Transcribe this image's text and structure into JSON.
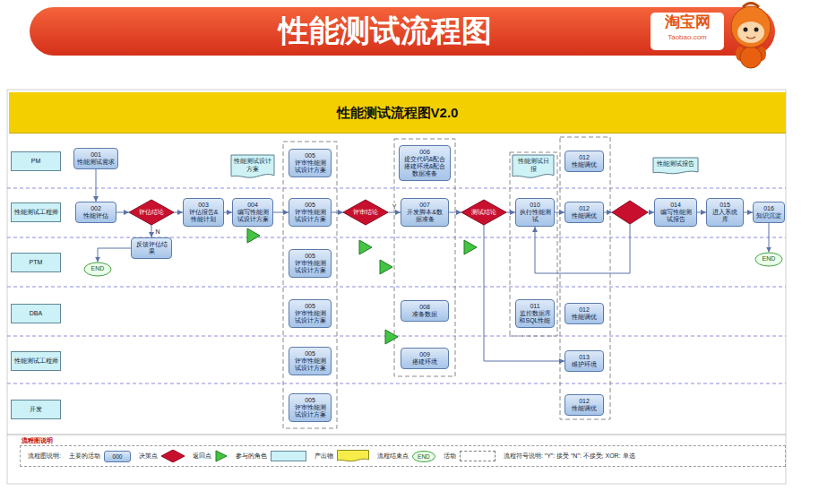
{
  "diagram": {
    "title": "性能测试流程图",
    "nodes": [
      {
        "text": [
          "性能测试流程图V2.0"
        ]
      },
      {
        "text": [
          "PM"
        ]
      },
      {
        "text": [
          "性能测试工程师"
        ]
      },
      {
        "text": [
          "PTM"
        ]
      },
      {
        "text": [
          "DBA"
        ]
      },
      {
        "text": [
          "性能测试工程师"
        ]
      },
      {
        "text": [
          "开发"
        ]
      },
      {
        "text": [
          "001",
          "性能测试需求"
        ]
      },
      {
        "text": [
          "002",
          "性能评估"
        ]
      },
      {
        "text": [
          "评估结论"
        ]
      },
      {
        "text": [
          "反馈评估结果"
        ]
      },
      {
        "text": [
          "END"
        ]
      },
      {
        "text": [
          "003",
          "评估报告&性能计划"
        ]
      },
      {
        "text": [
          "性能测试设计方案"
        ]
      },
      {
        "text": [
          "004",
          "编写性能测试设计方案"
        ]
      },
      {
        "text": [
          "005",
          "评审性能测试设计方案"
        ]
      },
      {
        "text": [
          "005",
          "评审性能测试设计方案"
        ]
      },
      {
        "text": [
          "005",
          "评审性能测试设计方案"
        ]
      },
      {
        "text": [
          "005",
          "评审性能测试设计方案"
        ]
      },
      {
        "text": [
          "005",
          "评审性能测试设计方案"
        ]
      },
      {
        "text": [
          "005",
          "评审性能测试设计方案"
        ]
      },
      {
        "text": [
          "评审结论"
        ]
      },
      {
        "text": [
          "006",
          "提交代码&配合搭建环境&配合数据准备"
        ]
      },
      {
        "text": [
          "007",
          "开发脚本&数据准备"
        ]
      },
      {
        "text": [
          "008",
          "准备数据"
        ]
      },
      {
        "text": [
          "009",
          "搭建环境"
        ]
      },
      {
        "text": [
          "测试结论"
        ]
      },
      {
        "text": [
          "性能测试日报"
        ]
      },
      {
        "text": [
          "010",
          "执行性能测试"
        ]
      },
      {
        "text": [
          "011",
          "监控数据库和SQL性能"
        ]
      },
      {
        "text": [
          "012",
          "性能调优"
        ]
      },
      {
        "text": [
          "012",
          "性能调优"
        ]
      },
      {
        "text": [
          "012",
          "性能调优"
        ]
      },
      {
        "text": [
          "013",
          "维护环境"
        ]
      },
      {
        "text": [
          "012",
          "性能调优"
        ]
      },
      {
        "text": [
          "性能测试报告"
        ]
      },
      {
        "text": [
          "014",
          "编写性能测试报告"
        ]
      },
      {
        "text": [
          "015",
          "进入系统库"
        ]
      },
      {
        "text": [
          "016",
          "知识沉淀"
        ]
      },
      {
        "text": [
          "END"
        ]
      }
    ],
    "edges": [
      {
        "from": 7,
        "to": 8,
        "arrow": "to"
      },
      {
        "from": 8,
        "to": 9,
        "arrow": "to"
      },
      {
        "from": 9,
        "to": 10,
        "label": "N",
        "arrow": "to"
      },
      {
        "from": 10,
        "to": 11,
        "arrow": "to"
      },
      {
        "from": 9,
        "to": 12,
        "arrow": "to"
      },
      {
        "from": 12,
        "to": 14,
        "arrow": "to"
      },
      {
        "from": 14,
        "to": 16,
        "arrow": "to"
      },
      {
        "from": 16,
        "to": 21,
        "arrow": "to"
      },
      {
        "from": 21,
        "to": 23,
        "label": "Y",
        "arrow": "to"
      },
      {
        "from": 23,
        "to": 26,
        "arrow": "to"
      },
      {
        "from": 26,
        "to": 28,
        "arrow": "to"
      },
      {
        "from": 26,
        "to": 33,
        "arrow": "to"
      },
      {
        "from": 28,
        "to": 31,
        "arrow": "to"
      },
      {
        "from": 36,
        "to": 37,
        "arrow": "to"
      },
      {
        "from": 37,
        "to": 38,
        "arrow": "to"
      },
      {
        "from": 38,
        "to": 39,
        "arrow": "to"
      }
    ],
    "labels": [
      "淘宝网",
      "Taobao.com",
      "流程图说明",
      "流程图说明:",
      "000",
      "END",
      "流程符号说明: “Y”: 接受 “N”: 不接受; XOR: 单选"
    ],
    "legend": [
      {
        "text": "主要的活动"
      },
      {
        "text": "决策点"
      },
      {
        "text": "返回点"
      },
      {
        "text": "参与的角色",
        "color": "#ccf1f6"
      },
      {
        "text": "产出物"
      },
      {
        "text": "流程结束点"
      },
      {
        "text": "活动"
      }
    ]
  }
}
